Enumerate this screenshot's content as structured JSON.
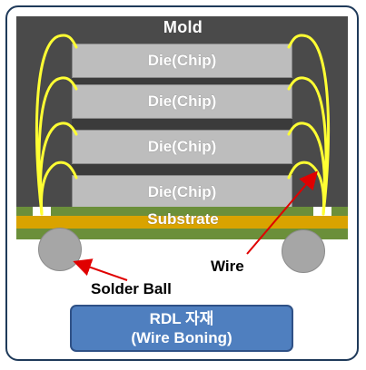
{
  "package": {
    "mold_label": "Mold",
    "dies": [
      "Die(Chip)",
      "Die(Chip)",
      "Die(Chip)",
      "Die(Chip)"
    ],
    "substrate_label": "Substrate"
  },
  "callouts": {
    "wire_label": "Wire",
    "solder_ball_label": "Solder Ball"
  },
  "rdl_box": {
    "line1": "RDL 자재",
    "line2": "(Wire Boning)"
  },
  "colors": {
    "mold": "#4a4a4a",
    "die": "#bdbdbd",
    "substrate": "#d9a300",
    "green_layer": "#6b8f3a",
    "wire": "#ffff33",
    "arrow": "#e00000",
    "rdl_fill": "#4f7fbf",
    "frame_border": "#1f3a5a"
  }
}
